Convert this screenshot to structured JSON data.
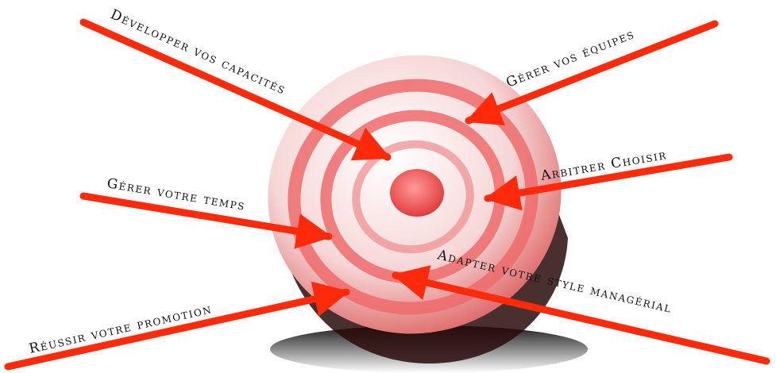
{
  "colors": {
    "arrow": "#ff2a0a",
    "ring": "#e24a4a",
    "ring_light": "#f3a3a3",
    "shadow": "#1a1a1a"
  },
  "target_icon": "bullseye-target",
  "labels": {
    "developper": "Développer vos  capacités",
    "equipes": "Gérer vos équipes",
    "arbitrer": "Arbitrer Choisir",
    "temps": "Gérer votre  temps",
    "adapter": "Adapter votre  style managérial",
    "promotion": "Réussir votre promotion"
  }
}
